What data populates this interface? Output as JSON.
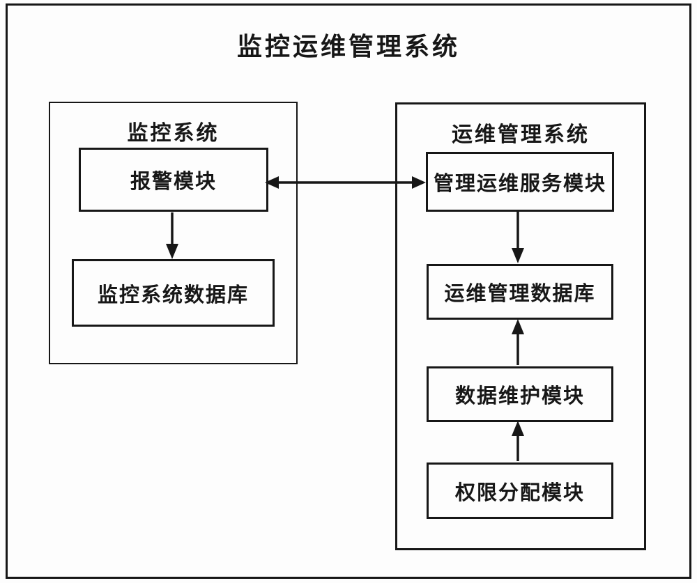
{
  "diagram": {
    "title": "监控运维管理系统",
    "left_panel": {
      "title": "监控系统",
      "boxes": [
        {
          "id": "alarm-module",
          "label": "报警模块"
        },
        {
          "id": "monitoring-system-database",
          "label": "监控系统数据库"
        }
      ]
    },
    "right_panel": {
      "title": "运维管理系统",
      "boxes": [
        {
          "id": "ops-service-module",
          "label": "管理运维服务模块"
        },
        {
          "id": "ops-management-database",
          "label": "运维管理数据库"
        },
        {
          "id": "data-maintenance-module",
          "label": "数据维护模块"
        },
        {
          "id": "permission-assignment-module",
          "label": "权限分配模块"
        }
      ]
    },
    "connections": [
      {
        "from": "报警模块",
        "to": "管理运维服务模块",
        "type": "bidirectional"
      },
      {
        "from": "报警模块",
        "to": "监控系统数据库",
        "type": "arrow-down"
      },
      {
        "from": "管理运维服务模块",
        "to": "运维管理数据库",
        "type": "arrow-down"
      },
      {
        "from": "数据维护模块",
        "to": "运维管理数据库",
        "type": "arrow-up"
      },
      {
        "from": "权限分配模块",
        "to": "数据维护模块",
        "type": "arrow-up"
      }
    ],
    "colors": {
      "line": "#171717",
      "background": "#fdfdfd"
    }
  }
}
